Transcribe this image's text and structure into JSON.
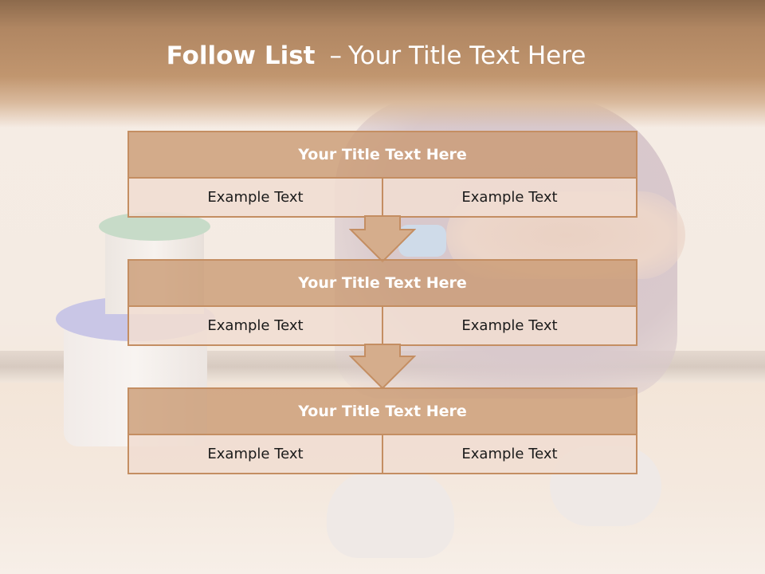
{
  "slide": {
    "title_bold": "Follow List",
    "title_separator": "–",
    "title_rest": "Your Title Text Here"
  },
  "boxes": [
    {
      "title": "Your Title Text Here",
      "left": "Example Text",
      "right": "Example Text"
    },
    {
      "title": "Your Title Text Here",
      "left": "Example Text",
      "right": "Example Text"
    },
    {
      "title": "Your Title Text Here",
      "left": "Example Text",
      "right": "Example Text"
    }
  ],
  "colors": {
    "accent": "#c48e62",
    "header_fill": "#c99971",
    "cell_fill": "#f0ddd1",
    "title_band": "#b08662"
  },
  "icons": [
    "down-arrow-icon",
    "down-arrow-icon"
  ]
}
